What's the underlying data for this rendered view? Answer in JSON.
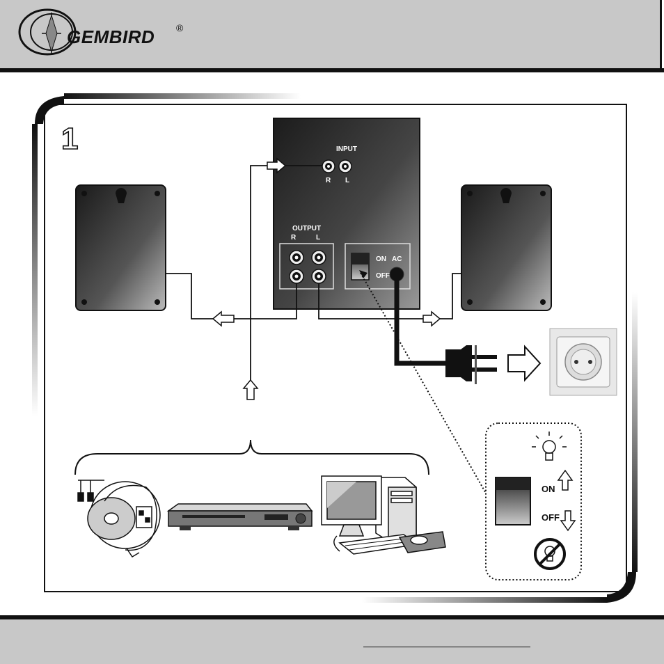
{
  "brand": {
    "name": "GEMBIRD",
    "registered": "®"
  },
  "step": {
    "number": "1"
  },
  "amplifier": {
    "input_label": "INPUT",
    "input_r": "R",
    "input_l": "L",
    "output_label": "OUTPUT",
    "output_r": "R",
    "output_l": "L",
    "switch_on": "ON",
    "switch_off": "OFF",
    "ac_label": "AC"
  },
  "switch_detail": {
    "on_label": "ON",
    "off_label": "OFF"
  },
  "colors": {
    "header_bg": "#c8c8c8",
    "panel_dark": "#3a3a3a",
    "line": "#111111"
  },
  "icons": [
    "gembird-logo",
    "speaker-left",
    "speaker-right",
    "wall-socket-icon",
    "power-plug-icon",
    "bulb-on-icon",
    "bulb-off-icon",
    "cd-player-icon",
    "dvd-player-icon",
    "computer-icon"
  ]
}
